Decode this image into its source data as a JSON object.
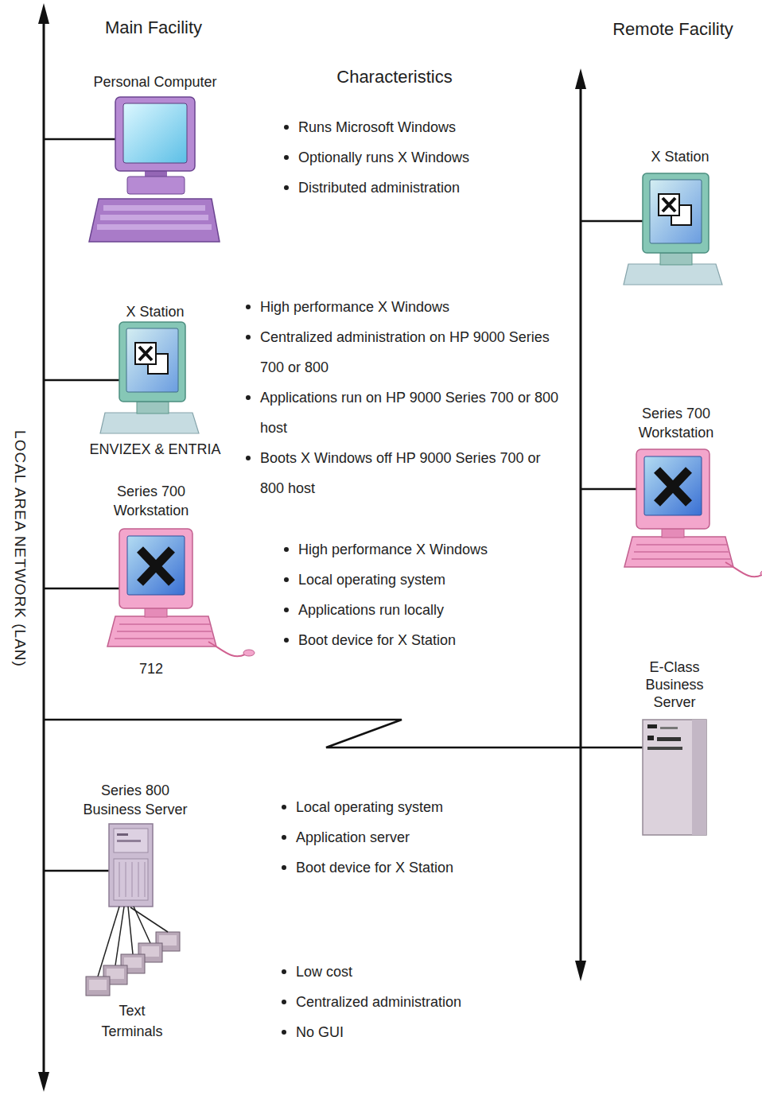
{
  "diagram": {
    "nodes": [
      {
        "text": [
          "Personal Computer"
        ]
      },
      {
        "text": [
          "X Station",
          "ENVIZEX & ENTRIA"
        ]
      },
      {
        "text": [
          "Series 700 Workstation",
          "712"
        ]
      },
      {
        "text": [
          "Series 800 Business Server"
        ]
      },
      {
        "text": [
          "Text Terminals"
        ]
      },
      {
        "text": [
          "X Station"
        ]
      },
      {
        "text": [
          "Series 700 Workstation"
        ]
      },
      {
        "text": [
          "E-Class Business Server"
        ]
      }
    ],
    "edges": [
      {
        "from": 3,
        "to": 4,
        "arrow": "none"
      }
    ],
    "labels": [
      "Main Facility",
      "Remote Facility",
      "Characteristics",
      "LOCAL AREA NETWORK (LAN)",
      "Runs Microsoft Windows",
      "Optionally runs X Windows",
      "Distributed administration",
      "High performance X Windows",
      "Centralized administration on HP 9000 Series 700 or 800",
      "Applications run on HP 9000 Series 700 or 800 host",
      "Boots X Windows off HP 9000 Series 700 or 800 host",
      "High performance X Windows",
      "Local operating system",
      "Applications run locally",
      "Boot device for X Station",
      "Local operating system",
      "Application server",
      "Boot device for X Station",
      "Low cost",
      "Centralized administration",
      "No GUI"
    ]
  }
}
